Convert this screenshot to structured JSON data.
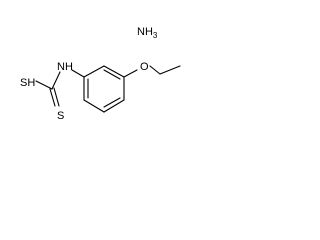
{
  "molecule": {
    "ammonia": {
      "main": "NH",
      "subscript": "3"
    },
    "atoms": {
      "nitrogen_nh": "NH",
      "thiol": "SH",
      "thione": "S",
      "ether_oxygen": "O"
    }
  },
  "colors": {
    "ink": "#000000",
    "background": "#ffffff"
  }
}
